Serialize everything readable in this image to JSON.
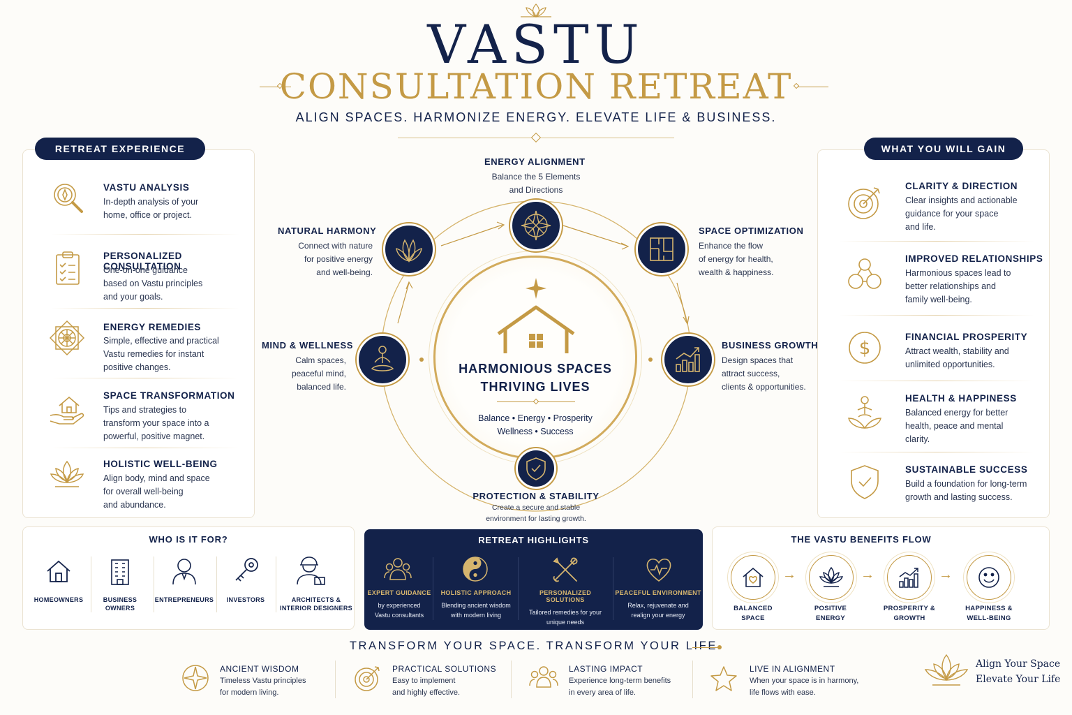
{
  "header": {
    "title": "VASTU",
    "subtitle": "CONSULTATION RETREAT",
    "tagline": "ALIGN SPACES. HARMONIZE ENERGY. ELEVATE LIFE & BUSINESS."
  },
  "colors": {
    "navy": "#13224a",
    "gold": "#c49a45",
    "background": "#fdfcf9"
  },
  "retreat_experience": {
    "heading": "RETREAT EXPERIENCE",
    "items": [
      {
        "icon": "magnifier-compass-icon",
        "title": "VASTU ANALYSIS",
        "line1": "In-depth analysis of your",
        "line2": "home, office or project.",
        "line3": ""
      },
      {
        "icon": "clipboard-checklist-icon",
        "title": "PERSONALIZED CONSULTATION",
        "line1": "One-on-one guidance",
        "line2": "based on Vastu principles",
        "line3": "and your goals."
      },
      {
        "icon": "yantra-icon",
        "title": "ENERGY REMEDIES",
        "line1": "Simple, effective and practical",
        "line2": "Vastu remedies for instant",
        "line3": "positive changes."
      },
      {
        "icon": "house-in-hand-icon",
        "title": "SPACE TRANSFORMATION",
        "line1": "Tips and strategies to",
        "line2": "transform your space into a",
        "line3": "powerful, positive magnet."
      },
      {
        "icon": "lotus-icon",
        "title": "HOLISTIC WELL-BEING",
        "line1": "Align body, mind and space",
        "line2": "for overall well-being",
        "line3": "and abundance."
      }
    ]
  },
  "what_you_gain": {
    "heading": "WHAT YOU WILL GAIN",
    "items": [
      {
        "icon": "target-icon",
        "title": "CLARITY & DIRECTION",
        "line1": "Clear insights and actionable",
        "line2": "guidance for your space",
        "line3": "and life."
      },
      {
        "icon": "people-connection-icon",
        "title": "IMPROVED RELATIONSHIPS",
        "line1": "Harmonious spaces lead to",
        "line2": "better relationships and",
        "line3": "family well-being."
      },
      {
        "icon": "dollar-coin-icon",
        "title": "FINANCIAL PROSPERITY",
        "line1": "Attract wealth, stability and",
        "line2": "unlimited opportunities.",
        "line3": ""
      },
      {
        "icon": "meditation-lotus-icon",
        "title": "HEALTH & HAPPINESS",
        "line1": "Balanced energy for better",
        "line2": "health, peace and mental",
        "line3": "clarity."
      },
      {
        "icon": "shield-check-icon",
        "title": "SUSTAINABLE SUCCESS",
        "line1": "Build a foundation for long-term",
        "line2": "growth and lasting success.",
        "line3": ""
      }
    ]
  },
  "center": {
    "title1": "HARMONIOUS SPACES",
    "title2": "THRIVING LIVES",
    "line1": "Balance • Energy • Prosperity",
    "line2": "Wellness • Success",
    "nodes": {
      "energy": {
        "icon": "compass-rose-icon",
        "title": "ENERGY ALIGNMENT",
        "line1": "Balance the 5 Elements",
        "line2": "and Directions"
      },
      "natural": {
        "icon": "leaf-icon",
        "title": "NATURAL HARMONY",
        "line1": "Connect with nature",
        "line2": "for positive energy",
        "line3": "and well-being."
      },
      "space": {
        "icon": "floor-plan-icon",
        "title": "SPACE OPTIMIZATION",
        "line1": "Enhance the flow",
        "line2": "of energy for health,",
        "line3": "wealth & happiness."
      },
      "mind": {
        "icon": "meditation-icon",
        "title": "MIND & WELLNESS",
        "line1": "Calm spaces,",
        "line2": "peaceful mind,",
        "line3": "balanced life."
      },
      "business": {
        "icon": "growth-chart-icon",
        "title": "BUSINESS GROWTH",
        "line1": "Design spaces that",
        "line2": "attract success,",
        "line3": "clients & opportunities."
      },
      "protection": {
        "icon": "shield-icon",
        "title": "PROTECTION & STABILITY",
        "line1": "Create a secure and stable",
        "line2": "environment for lasting growth."
      }
    }
  },
  "who": {
    "heading": "WHO IS IT FOR?",
    "items": [
      {
        "icon": "house-icon",
        "line1": "HOMEOWNERS",
        "line2": ""
      },
      {
        "icon": "building-icon",
        "line1": "BUSINESS",
        "line2": "OWNERS"
      },
      {
        "icon": "person-icon",
        "line1": "ENTREPRENEURS",
        "line2": ""
      },
      {
        "icon": "key-icon",
        "line1": "INVESTORS",
        "line2": ""
      },
      {
        "icon": "architect-icon",
        "line1": "ARCHITECTS &",
        "line2": "INTERIOR DESIGNERS"
      }
    ]
  },
  "highlights": {
    "heading": "RETREAT HIGHLIGHTS",
    "items": [
      {
        "icon": "group-icon",
        "title": "EXPERT GUIDANCE",
        "line1": "by experienced",
        "line2": "Vastu consultants"
      },
      {
        "icon": "yin-yang-icon",
        "title": "HOLISTIC APPROACH",
        "line1": "Blending ancient wisdom",
        "line2": "with modern living"
      },
      {
        "icon": "tools-icon",
        "title": "PERSONALIZED SOLUTIONS",
        "line1": "Tailored remedies for your",
        "line2": "unique needs"
      },
      {
        "icon": "heart-icon",
        "title": "PEACEFUL ENVIRONMENT",
        "line1": "Relax, rejuvenate and",
        "line2": "realign your energy"
      }
    ]
  },
  "flow": {
    "heading": "THE VASTU BENEFITS FLOW",
    "items": [
      {
        "icon": "home-heart-icon",
        "line1": "BALANCED",
        "line2": "SPACE"
      },
      {
        "icon": "lotus-icon",
        "line1": "POSITIVE",
        "line2": "ENERGY"
      },
      {
        "icon": "growth-chart-icon",
        "line1": "PROSPERITY &",
        "line2": "GROWTH"
      },
      {
        "icon": "smiley-icon",
        "line1": "HAPPINESS &",
        "line2": "WELL-BEING"
      }
    ]
  },
  "footer": {
    "tagline": "TRANSFORM YOUR SPACE. TRANSFORM YOUR LIFE.",
    "items": [
      {
        "icon": "compass-icon",
        "title": "ANCIENT WISDOM",
        "line1": "Timeless Vastu principles",
        "line2": "for modern living."
      },
      {
        "icon": "target-icon",
        "title": "PRACTICAL SOLUTIONS",
        "line1": "Easy to implement",
        "line2": "and highly effective."
      },
      {
        "icon": "people-icon",
        "title": "LASTING IMPACT",
        "line1": "Experience long-term benefits",
        "line2": "in every area of life."
      },
      {
        "icon": "star-icon",
        "title": "LIVE IN ALIGNMENT",
        "line1": "When your space is in harmony,",
        "line2": "life flows with ease."
      }
    ],
    "signature1": "Align Your Space",
    "signature2": "Elevate Your Life"
  }
}
